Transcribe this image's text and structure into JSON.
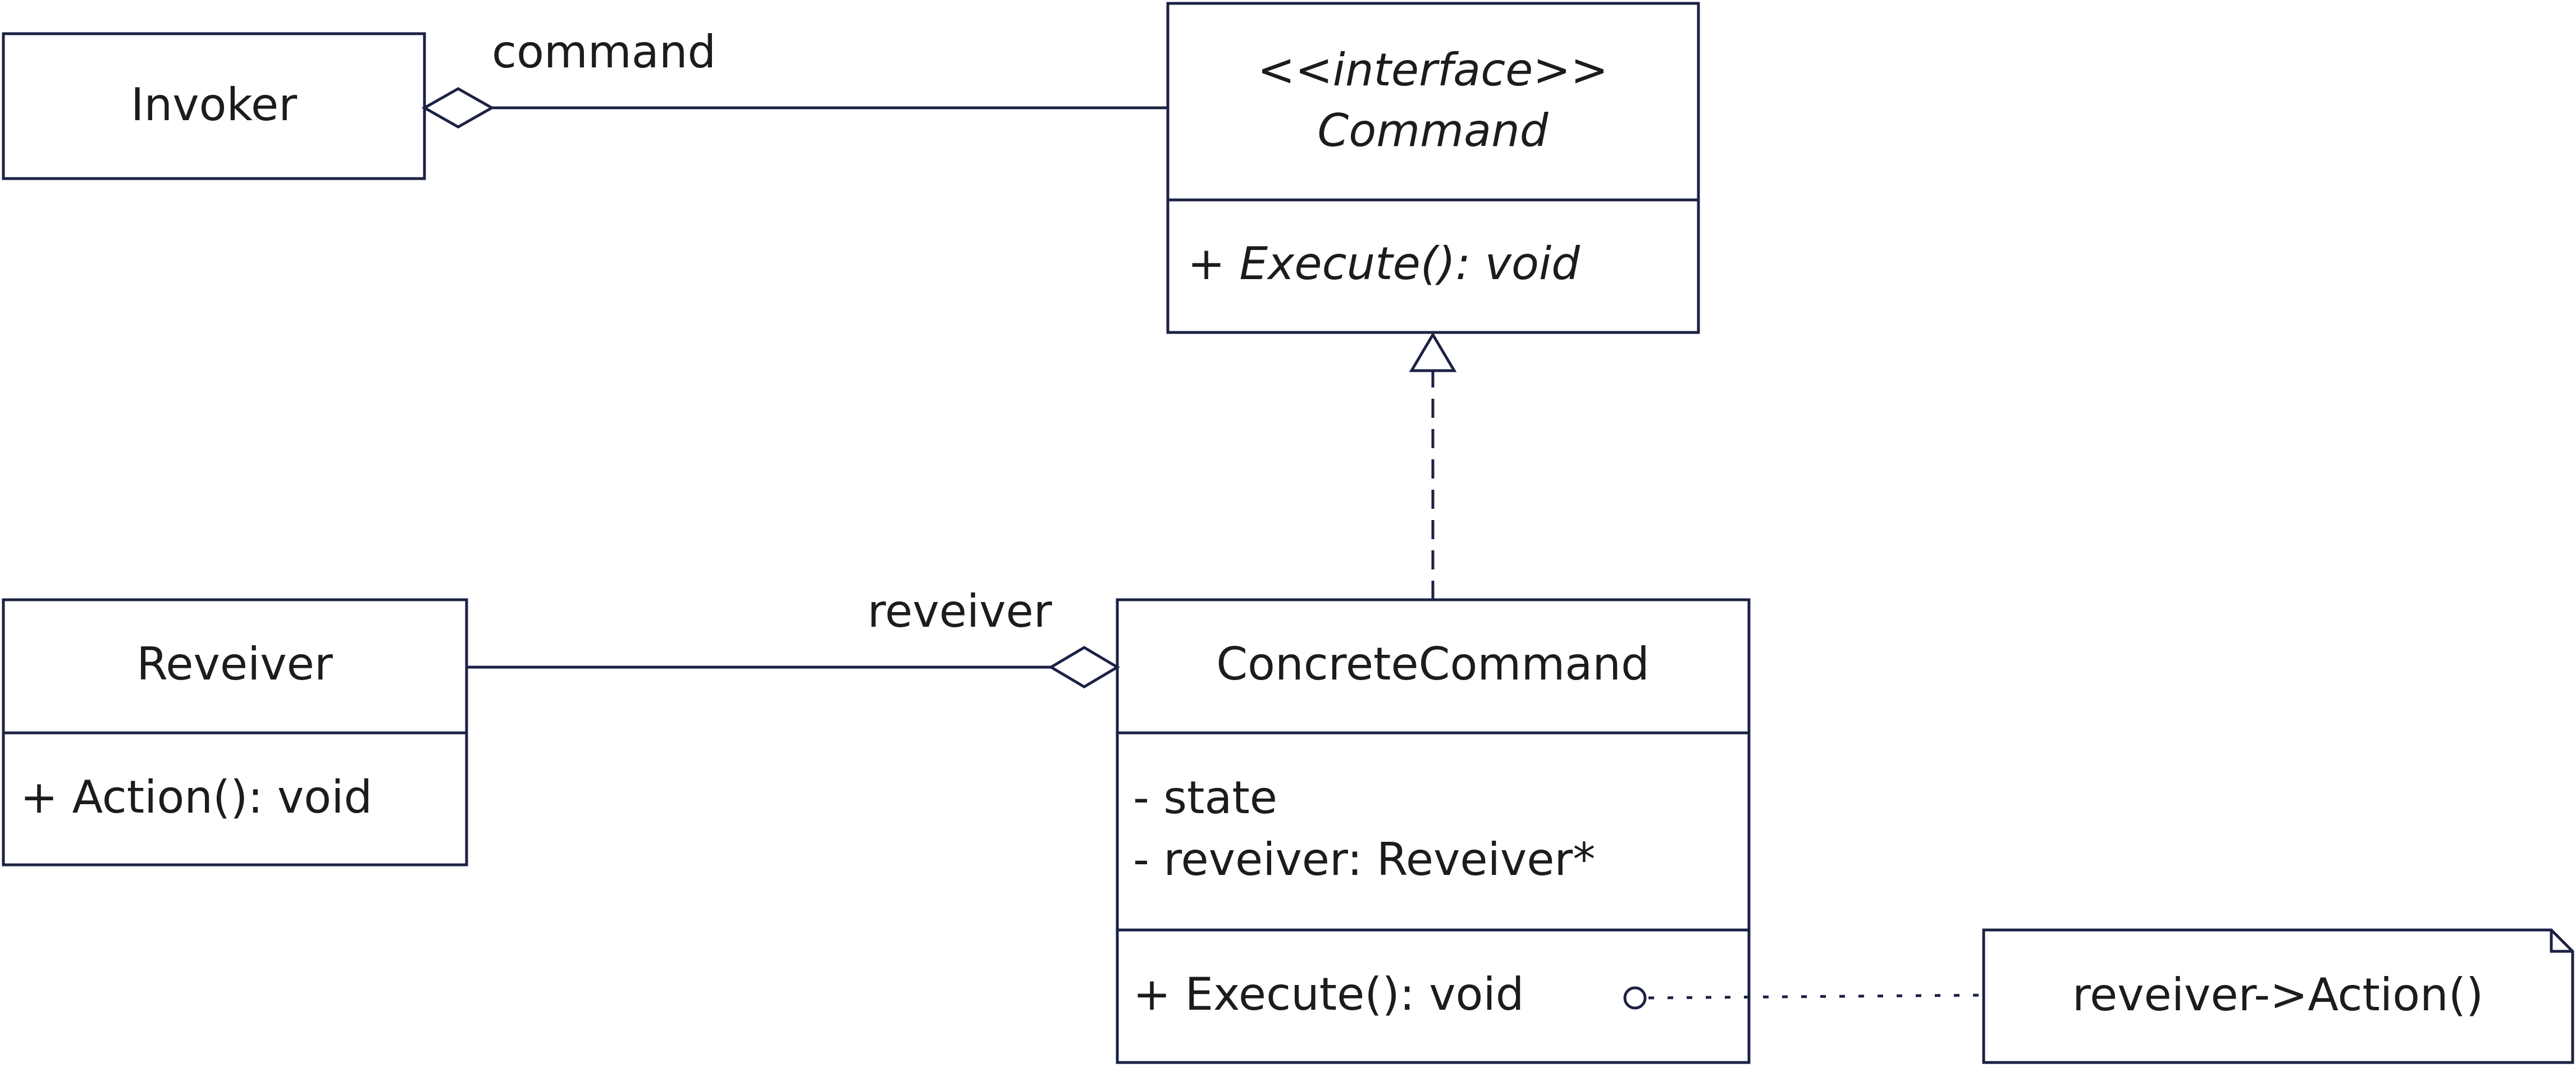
{
  "colors": {
    "stroke": "#1c2244",
    "text": "#1c1c1c",
    "background": "#ffffff"
  },
  "invoker": {
    "name": "Invoker"
  },
  "command": {
    "stereotype": "<<interface>>",
    "name": "Command",
    "operation": "+ Execute(): void"
  },
  "receiver": {
    "name": "Reveiver",
    "operation": "+ Action(): void"
  },
  "concrete": {
    "name": "ConcreteCommand",
    "attributes": [
      "- state",
      "- reveiver: Reveiver*"
    ],
    "operation": "+ Execute(): void"
  },
  "note": {
    "text": "reveiver->Action()"
  },
  "associations": {
    "command_label": "command",
    "receiver_label": "reveiver"
  }
}
